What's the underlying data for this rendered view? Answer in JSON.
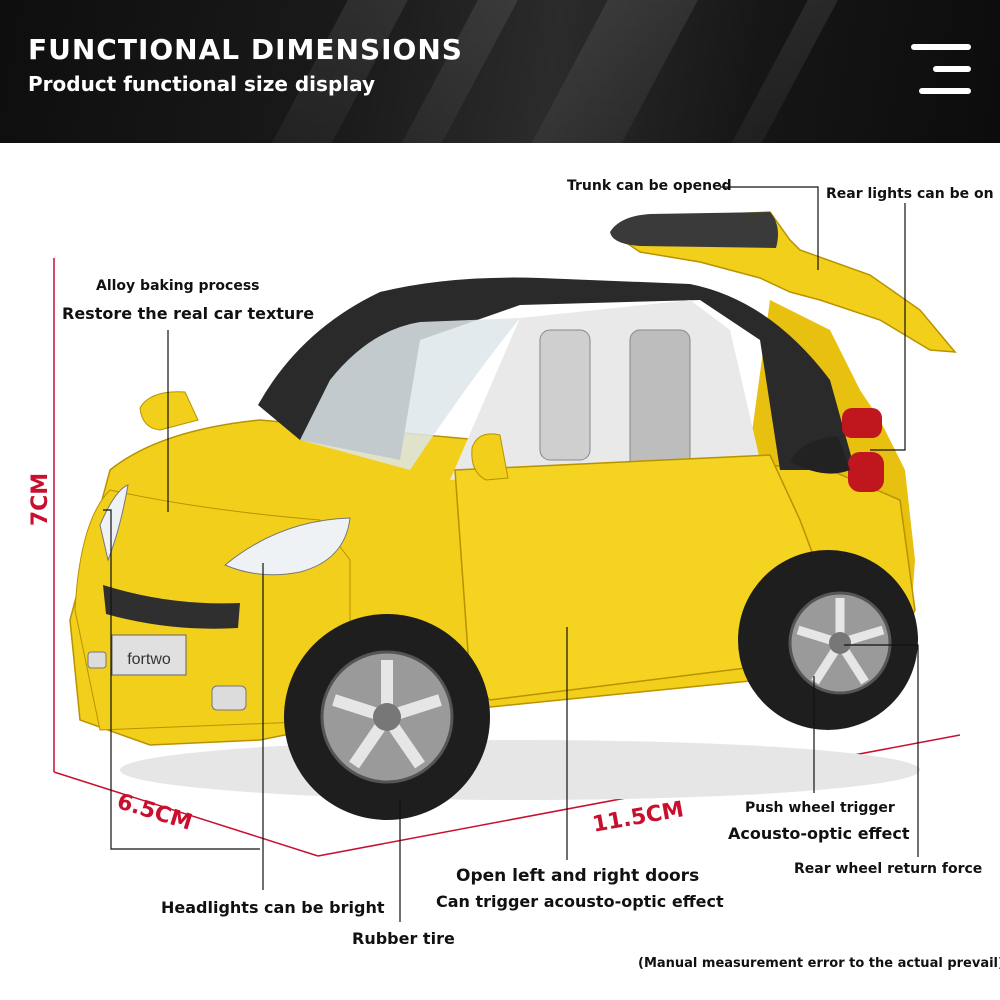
{
  "header": {
    "title": "FUNCTIONAL DIMENSIONS",
    "subtitle": "Product functional size display",
    "menu_icon": "hamburger-menu-icon"
  },
  "callouts": {
    "trunk": "Trunk can be opened",
    "rear_lights": "Rear lights can be on",
    "alloy": "Alloy baking process",
    "texture": "Restore the real car texture",
    "headlights": "Headlights can be bright",
    "rubber_tire": "Rubber tire",
    "doors": "Open left and right doors",
    "doors_effect": "Can trigger acousto-optic effect",
    "push_wheel": "Push wheel trigger",
    "push_effect": "Acousto-optic effect",
    "rear_wheel": "Rear wheel return force"
  },
  "dimensions": {
    "height": "7CM",
    "width": "6.5CM",
    "length": "11.5CM"
  },
  "product": {
    "badge": "fortwo"
  },
  "note": "(Manual measurement error to the actual prevail)",
  "colors": {
    "body_yellow": "#f2cf1a",
    "roof_black": "#2a2a2a",
    "dimension_red": "#c8102e",
    "header_dark": "#141414"
  }
}
